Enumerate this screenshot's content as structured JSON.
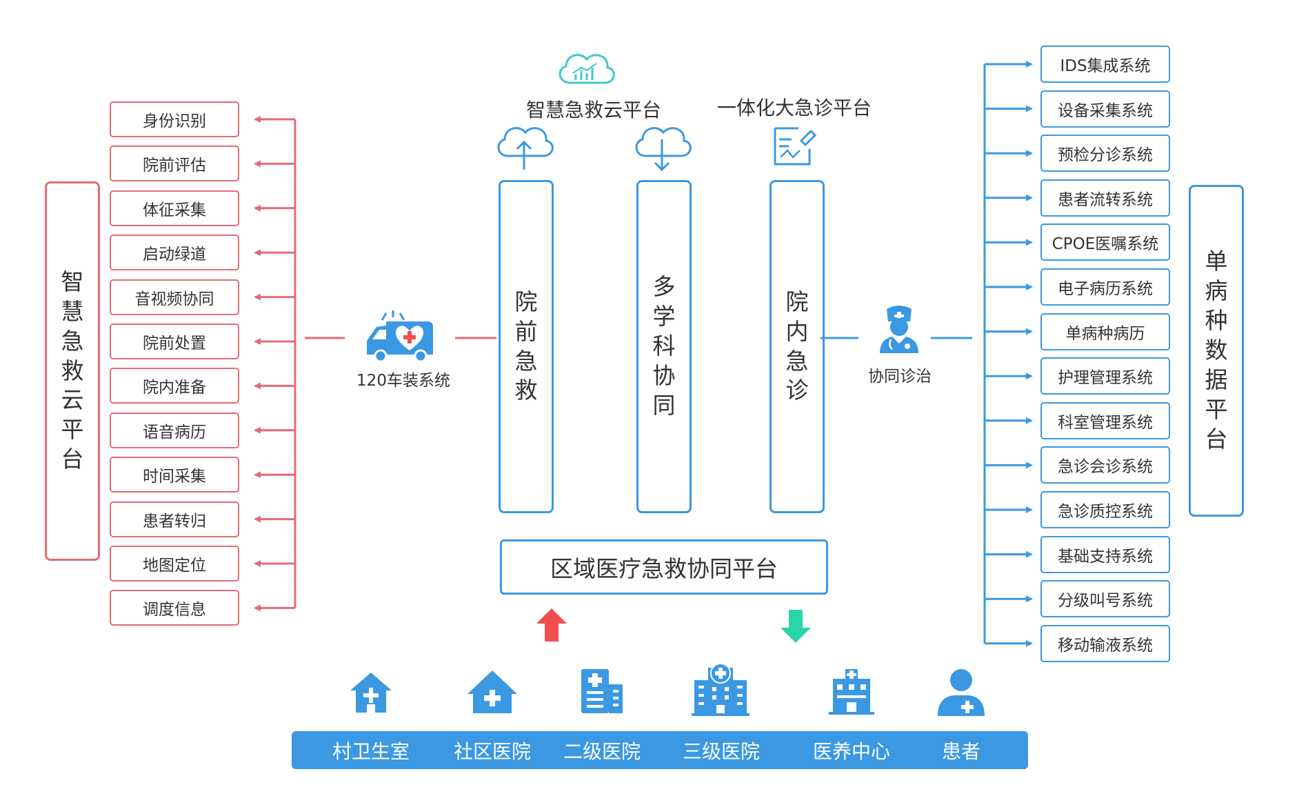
{
  "left_panel": {
    "title": [
      "智",
      "慧",
      "急",
      "救",
      "云",
      "平",
      "台"
    ],
    "items": [
      "身份识别",
      "院前评估",
      "体征采集",
      "启动绿道",
      "音视频协同",
      "院前处置",
      "院内准备",
      "语音病历",
      "时间采集",
      "患者转归",
      "地图定位",
      "调度信息"
    ]
  },
  "ambulance": {
    "label": "120车装系统",
    "icon": "ambulance-icon"
  },
  "cloud_platform": {
    "title": "智慧急救云平台"
  },
  "er_platform": {
    "title": "一体化大急诊平台"
  },
  "columns": [
    {
      "chars": [
        "院",
        "前",
        "急",
        "救"
      ],
      "icon": "cloud-upload-icon"
    },
    {
      "chars": [
        "多",
        "学",
        "科",
        "协",
        "同"
      ],
      "icon": "cloud-download-icon"
    },
    {
      "chars": [
        "院",
        "内",
        "急",
        "诊"
      ],
      "icon": "document-edit-icon"
    }
  ],
  "doctor": {
    "label": "协同诊治",
    "icon": "doctor-icon"
  },
  "regional": {
    "title": "区域医疗急救协同平台"
  },
  "right_panel": {
    "items": [
      "IDS集成系统",
      "设备采集系统",
      "预检分诊系统",
      "患者流转系统",
      "CPOE医嘱系统",
      "电子病历系统",
      "单病种病历",
      "护理管理系统",
      "科室管理系统",
      "急诊会诊系统",
      "急诊质控系统",
      "基础支持系统",
      "分级叫号系统",
      "移动输液系统"
    ],
    "title": [
      "单",
      "病",
      "种",
      "数",
      "据",
      "平",
      "台"
    ]
  },
  "bottom": {
    "items": [
      {
        "label": "村卫生室",
        "icon": "clinic-icon"
      },
      {
        "label": "社区医院",
        "icon": "community-hospital-icon"
      },
      {
        "label": "二级医院",
        "icon": "secondary-hospital-icon"
      },
      {
        "label": "三级医院",
        "icon": "tertiary-hospital-icon"
      },
      {
        "label": "医养中心",
        "icon": "care-center-icon"
      },
      {
        "label": "患者",
        "icon": "patient-icon"
      }
    ]
  },
  "colors": {
    "red": "#e46a76",
    "blue": "#3b98e2",
    "up_arrow": "#f04e4e",
    "down_arrow": "#2ad5a8",
    "teal": "#3ec8c8"
  }
}
